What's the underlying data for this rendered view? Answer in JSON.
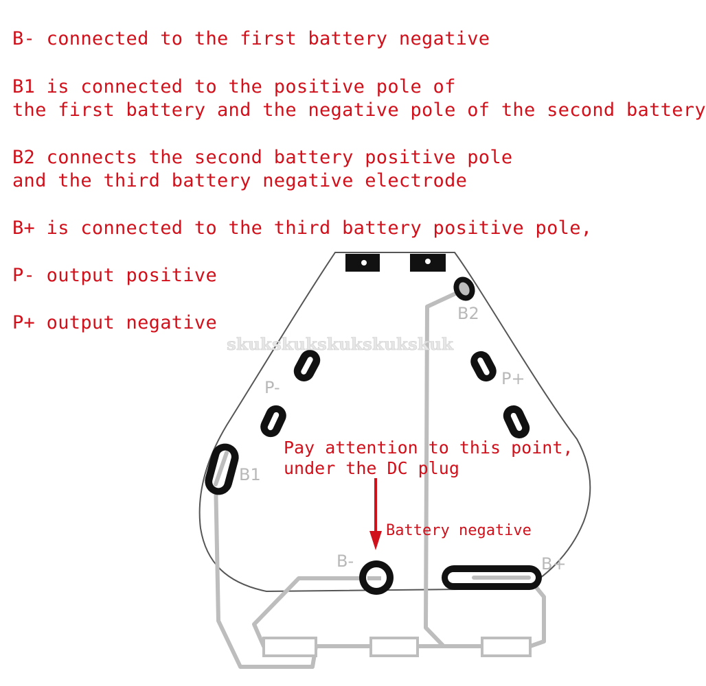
{
  "notes": [
    "B- connected to the first battery negative",
    "B1 is connected to the positive pole of\nthe first battery and the negative pole of the second battery",
    "B2 connects the second battery positive pole\nand the third battery negative electrode",
    "B+ is connected to the third battery positive pole,",
    "P- output positive",
    "P+ output negative"
  ],
  "watermark": "skukskukskukskukskuk",
  "pads": {
    "b2": "B2",
    "p_plus": "P+",
    "p_minus": "P-",
    "b1": "B1",
    "b_minus": "B-",
    "b_plus": "B+"
  },
  "callout": {
    "line1": "Pay attention to this point,",
    "line2": "under the DC plug",
    "arrow_label": "Battery negative"
  },
  "colors": {
    "note_text": "#d0101a",
    "arrow": "#d0101a",
    "board_outline": "#555555",
    "trace": "#bdbdbd",
    "pad": "#111111",
    "pad_label": "#b8b8b8"
  }
}
